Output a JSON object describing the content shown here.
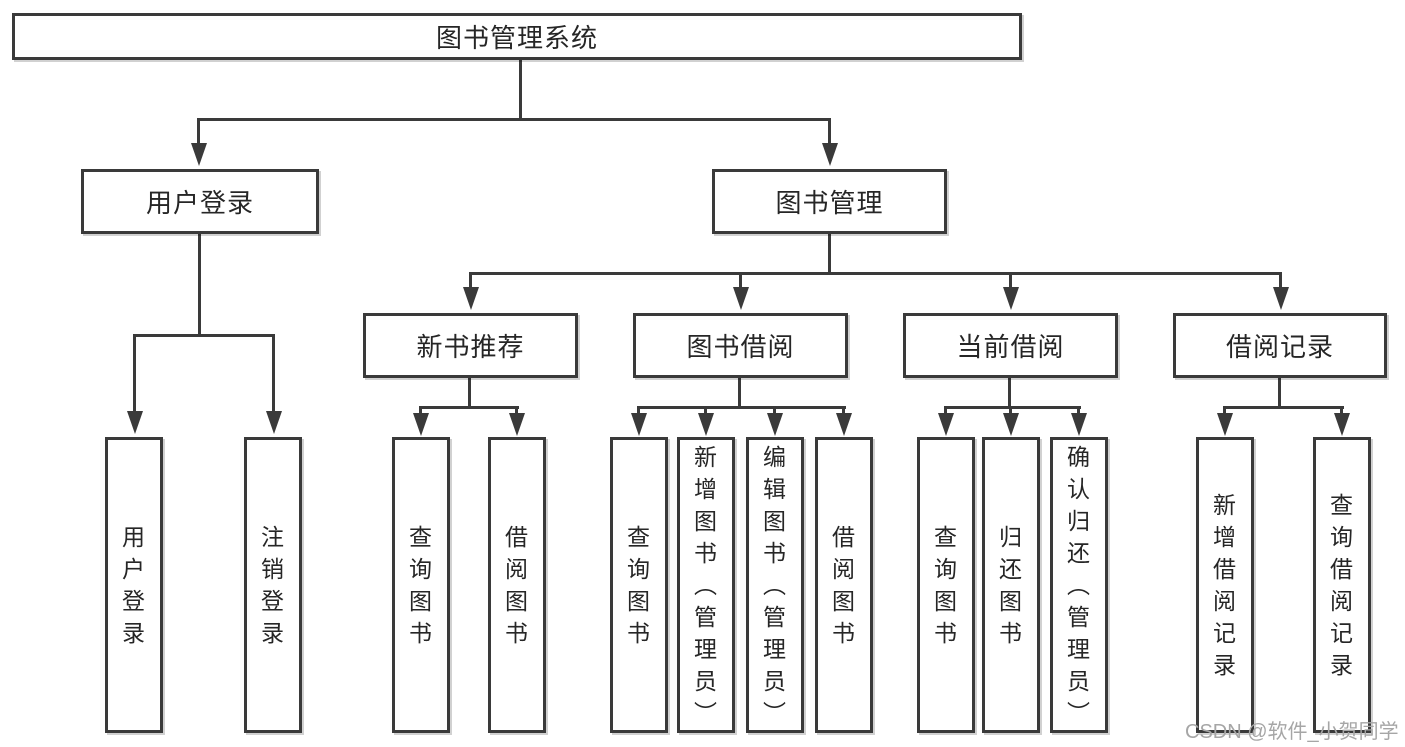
{
  "diagram": {
    "root": {
      "label": "图书管理系统"
    },
    "branches": [
      {
        "label": "用户登录",
        "children": [
          {
            "label": "用户登录"
          },
          {
            "label": "注销登录"
          }
        ]
      },
      {
        "label": "图书管理",
        "sections": [
          {
            "label": "新书推荐",
            "children": [
              {
                "label": "查询图书"
              },
              {
                "label": "借阅图书"
              }
            ]
          },
          {
            "label": "图书借阅",
            "children": [
              {
                "label": "查询图书"
              },
              {
                "label": "新增图书（管理员）"
              },
              {
                "label": "编辑图书（管理员）"
              },
              {
                "label": "借阅图书"
              }
            ]
          },
          {
            "label": "当前借阅",
            "children": [
              {
                "label": "查询图书"
              },
              {
                "label": "归还图书"
              },
              {
                "label": "确认归还（管理员）"
              }
            ]
          },
          {
            "label": "借阅记录",
            "children": [
              {
                "label": "新增借阅记录"
              },
              {
                "label": "查询借阅记录"
              }
            ]
          }
        ]
      }
    ]
  },
  "watermark": "CSDN @软件_小贺同学",
  "colors": {
    "line": "#3a3a3a",
    "text": "#262626",
    "watermark": "#a6a6a6",
    "background": "#ffffff"
  }
}
